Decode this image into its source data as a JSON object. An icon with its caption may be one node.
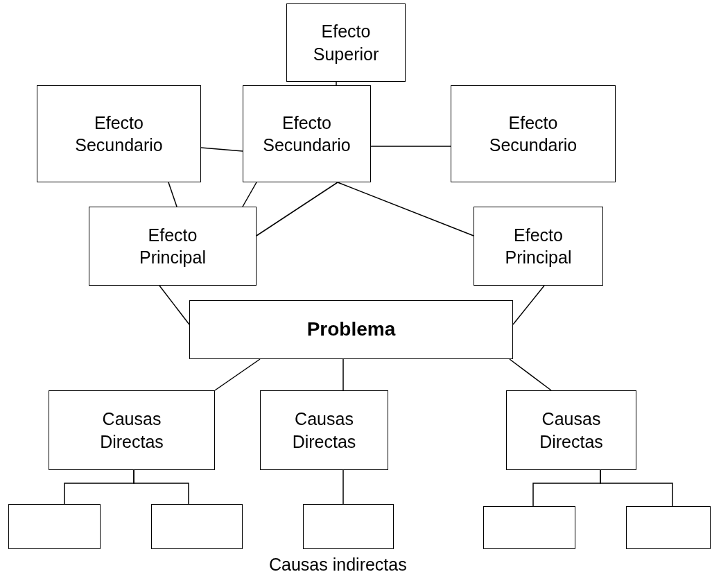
{
  "diagram": {
    "nodes": [
      {
        "text": [
          "Efecto Superior"
        ]
      },
      {
        "text": [
          "Efecto Secundario"
        ]
      },
      {
        "text": [
          "Efecto Secundario"
        ]
      },
      {
        "text": [
          "Efecto Secundario"
        ]
      },
      {
        "text": [
          "Efecto Principal"
        ]
      },
      {
        "text": [
          "Efecto Principal"
        ]
      },
      {
        "text": [
          "Problema"
        ]
      },
      {
        "text": [
          "Causas Directas"
        ]
      },
      {
        "text": [
          "Causas Directas"
        ]
      },
      {
        "text": [
          "Causas Directas"
        ]
      },
      {
        "text": [],
        "shape": "box"
      },
      {
        "text": [],
        "shape": "box"
      },
      {
        "text": [],
        "shape": "box"
      },
      {
        "text": [],
        "shape": "box"
      },
      {
        "text": [],
        "shape": "box"
      }
    ],
    "edges": [
      {
        "from": 0,
        "to": 2,
        "arrow": "none"
      },
      {
        "from": 1,
        "to": 2,
        "arrow": "none"
      },
      {
        "from": 2,
        "to": 3,
        "arrow": "none"
      },
      {
        "from": 1,
        "to": 4,
        "arrow": "none"
      },
      {
        "from": 2,
        "to": 4,
        "arrow": "none"
      },
      {
        "from": 2,
        "to": 4,
        "arrow": "none"
      },
      {
        "from": 2,
        "to": 5,
        "arrow": "none"
      },
      {
        "from": 4,
        "to": 6,
        "arrow": "none"
      },
      {
        "from": 5,
        "to": 6,
        "arrow": "none"
      },
      {
        "from": 6,
        "to": 7,
        "arrow": "none"
      },
      {
        "from": 6,
        "to": 8,
        "arrow": "none"
      },
      {
        "from": 6,
        "to": 9,
        "arrow": "none"
      },
      {
        "from": 7,
        "to": 10,
        "arrow": "none"
      },
      {
        "from": 7,
        "to": 11,
        "arrow": "none"
      },
      {
        "from": 8,
        "to": 12,
        "arrow": "none"
      },
      {
        "from": 9,
        "to": 13,
        "arrow": "none"
      },
      {
        "from": 9,
        "to": 14,
        "arrow": "none"
      }
    ],
    "labels": [
      "Causas indirectas"
    ]
  }
}
